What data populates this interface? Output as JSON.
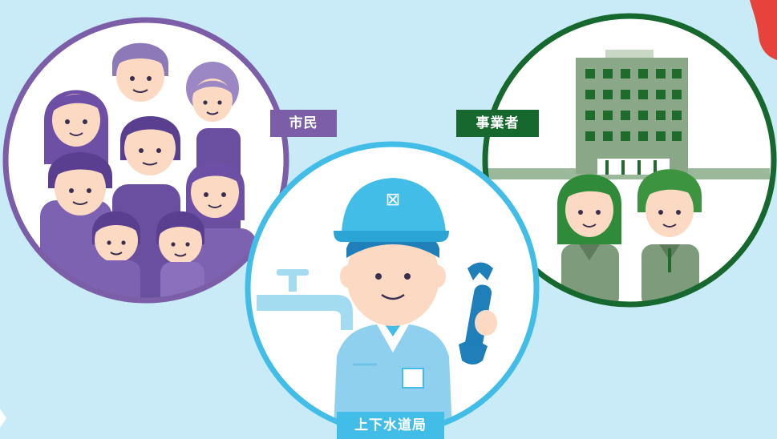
{
  "labels": {
    "citizens": "市民",
    "business": "事業者",
    "bureau": "上下水道局"
  },
  "colors": {
    "background": "#c9ebf7",
    "citizens": "#7b5ea7",
    "business": "#16682f",
    "bureau": "#42bde8",
    "accent_red": "#e8423c"
  },
  "icons": [
    "family-group-icon",
    "office-building-icon",
    "workers-pair-icon",
    "water-worker-icon",
    "water-faucet-icon",
    "wrench-icon"
  ]
}
